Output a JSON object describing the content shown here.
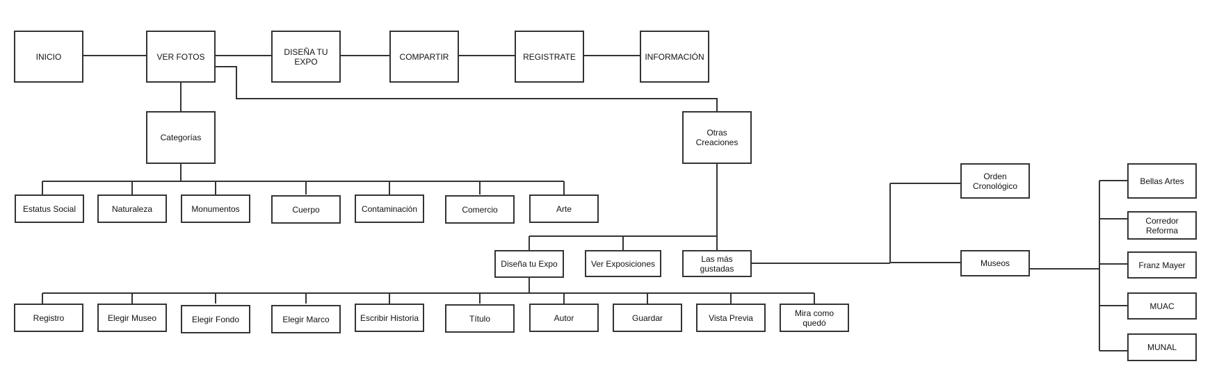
{
  "nav": {
    "inicio": "INICIO",
    "ver_fotos": "VER FOTOS",
    "disena_expo_1": "DISEÑA TU",
    "disena_expo_2": "EXPO",
    "compartir": "COMPARTIR",
    "registrate": "REGISTRATE",
    "informacion": "INFORMACIÓN"
  },
  "ver_fotos_children": {
    "categorias": "Categorías",
    "otras_creaciones_1": "Otras",
    "otras_creaciones_2": "Creaciones"
  },
  "categorias": [
    "Estatus Social",
    "Naturaleza",
    "Monumentos",
    "Cuerpo",
    "Contaminación",
    "Comercio",
    "Arte"
  ],
  "otras_creaciones": {
    "disena_tu_expo": "Diseña tu Expo",
    "ver_exposiciones": "Ver Exposiciones",
    "las_mas_gustadas_1": "Las más",
    "las_mas_gustadas_2": "gustadas"
  },
  "disena_steps": [
    "Registro",
    "Elegir Museo",
    "Elegir Fondo",
    "Elegir Marco",
    "Escribir Historia",
    "Título",
    "Autor",
    "Guardar",
    "Vista Previa",
    "Mira como",
    "quedó"
  ],
  "mas_gustadas": {
    "orden_1": "Orden",
    "orden_2": "Cronológico",
    "museos": "Museos"
  },
  "museos": [
    "Bellas Artes",
    "Corredor",
    "Reforma",
    "Franz Mayer",
    "MUAC",
    "MUNAL"
  ],
  "colors": {
    "line": "#333333",
    "box_border": "#333333",
    "background": "#ffffff"
  }
}
